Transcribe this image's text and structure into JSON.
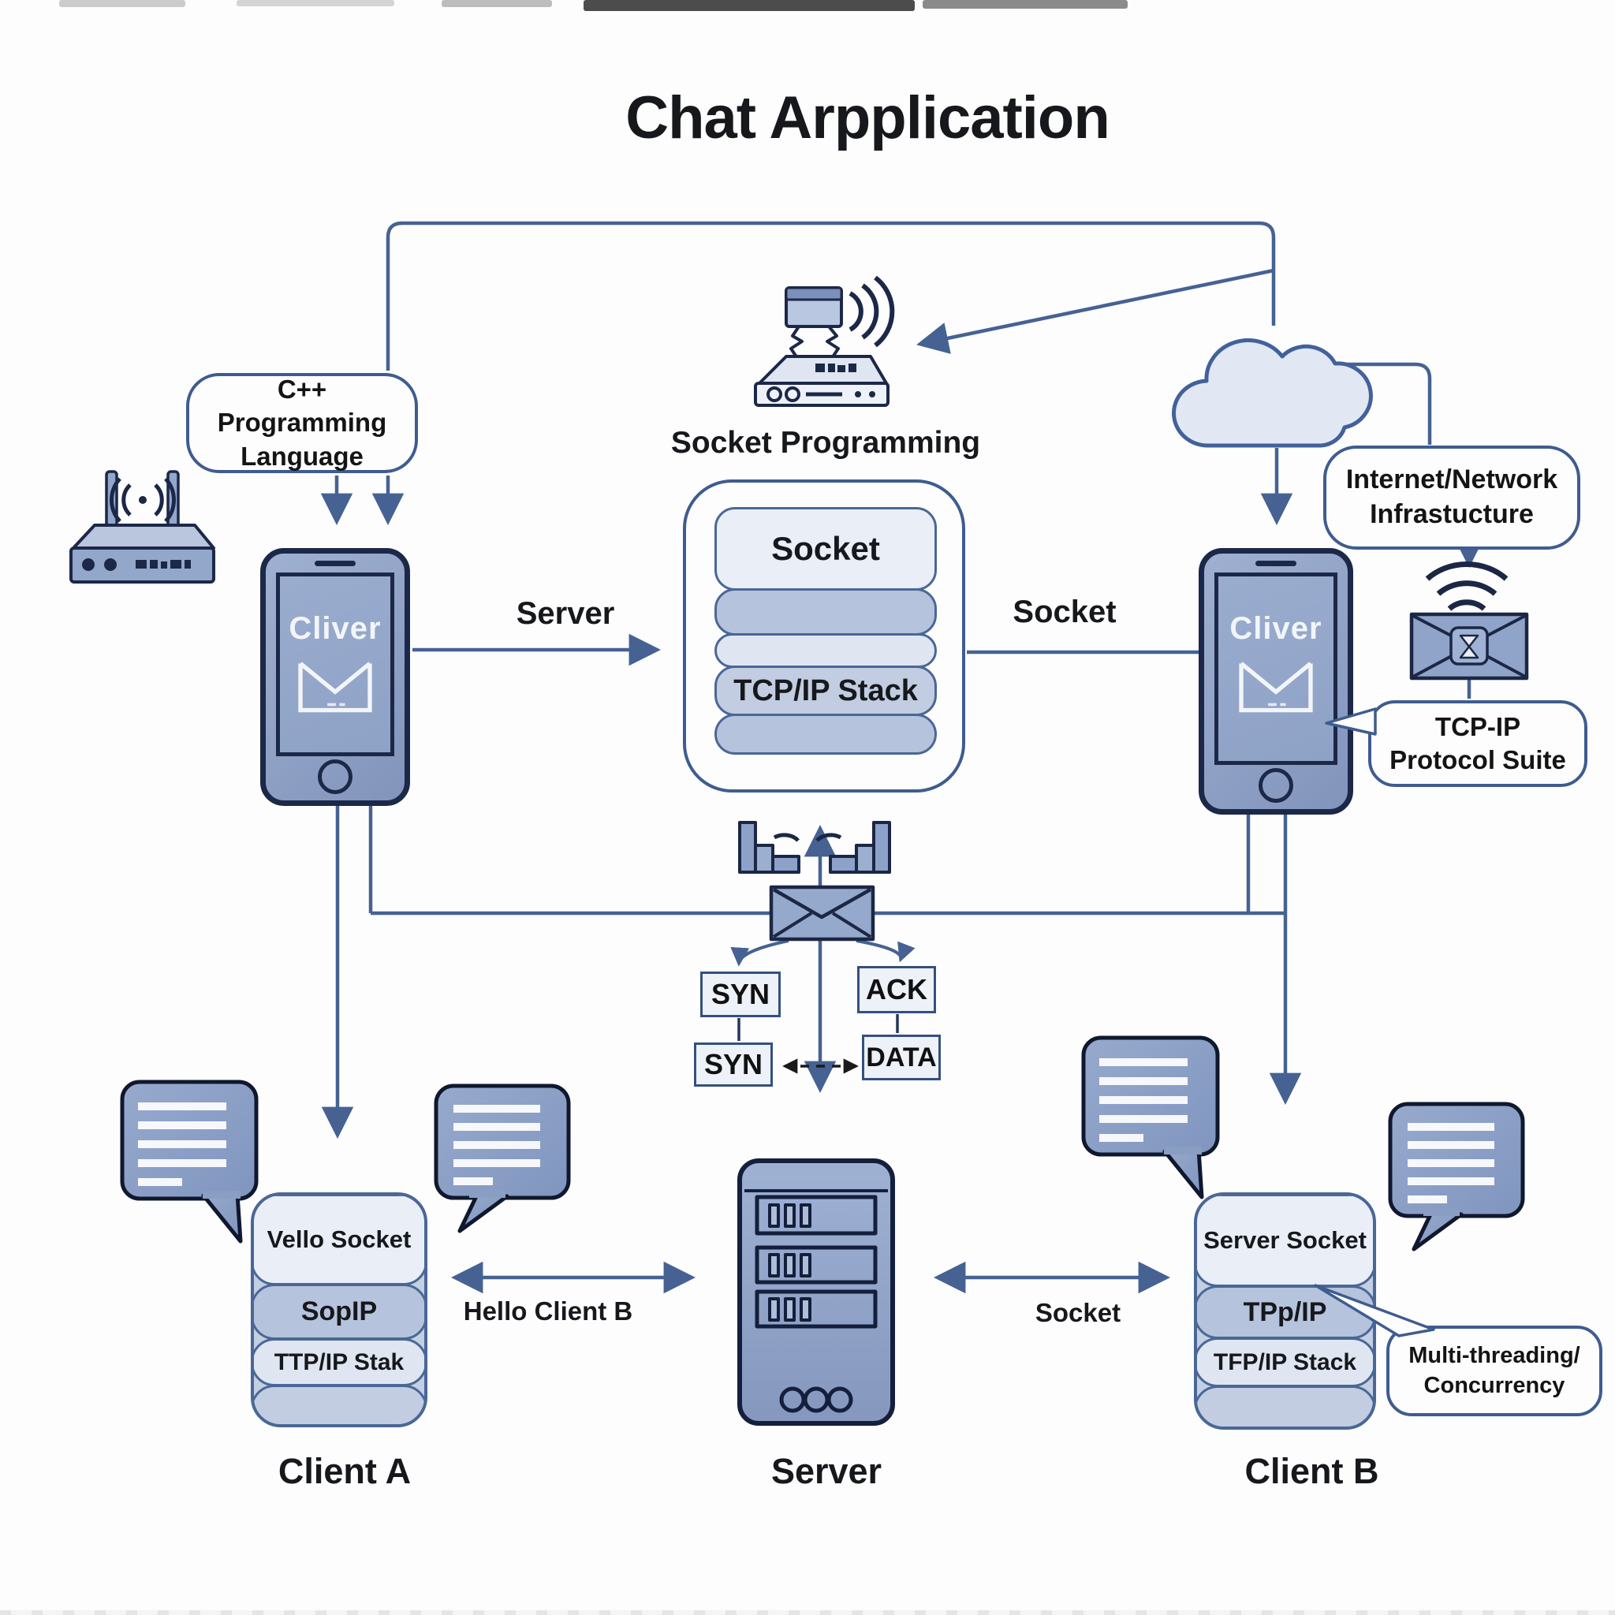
{
  "title": "Chat Arpplication",
  "colors": {
    "line": "#466293",
    "dark_outline": "#1c2848",
    "panel_light": "#e9eef7",
    "panel_medium": "#b7c4dd",
    "panel_soft": "#dfe6f1",
    "device_fill": "#93a7cb",
    "background": "#fdfdfe",
    "text": "#16181c"
  },
  "top_left": {
    "cpp_bubble": {
      "line1": "C++ Programming",
      "line2": "Language"
    }
  },
  "center_top": {
    "socket_programming_label": "Socket Programming",
    "central_stack": {
      "socket": "Socket",
      "tcpip": "TCP/IP Stack"
    },
    "server_arrow_label": "Server",
    "socket_arrow_label": "Socket"
  },
  "phones": {
    "left": {
      "screen_label": "Cliver"
    },
    "right": {
      "screen_label": "Cliver"
    }
  },
  "top_right": {
    "internet_bubble": {
      "line1": "Internet/Network",
      "line2": "Infrastucture"
    },
    "tcpip_bubble": {
      "line1": "TCP-IP",
      "line2": "Protocol Suite"
    }
  },
  "handshake": {
    "syn_top": "SYN",
    "ack": "ACK",
    "syn_bottom": "SYN",
    "data": "DATA"
  },
  "bottom": {
    "client_a_stack": {
      "band1": "Vello Socket",
      "band2": "SopIP",
      "band3": "TTP/IP Stak"
    },
    "client_b_stack": {
      "band1": "Server Socket",
      "band2": "TPp/IP",
      "band3": "TFP/IP Stack"
    },
    "hello_label": "Hello Client B",
    "socket_label": "Socket",
    "client_a_label": "Client A",
    "server_label": "Server",
    "client_b_label": "Client B",
    "multithreading_bubble": {
      "line1": "Multi-threading/",
      "line2": "Concurrency"
    }
  },
  "icons": {
    "router_left": "wifi-router-icon",
    "socket_device": "network-switch-icon",
    "cloud": "cloud-icon",
    "envelope_center": "envelope-icon",
    "envelope_right": "envelope-wireless-icon",
    "chat_bubbles": "chat-message-icon",
    "server_tower": "server-rack-icon",
    "signal_bars": "signal-bars-icon"
  }
}
